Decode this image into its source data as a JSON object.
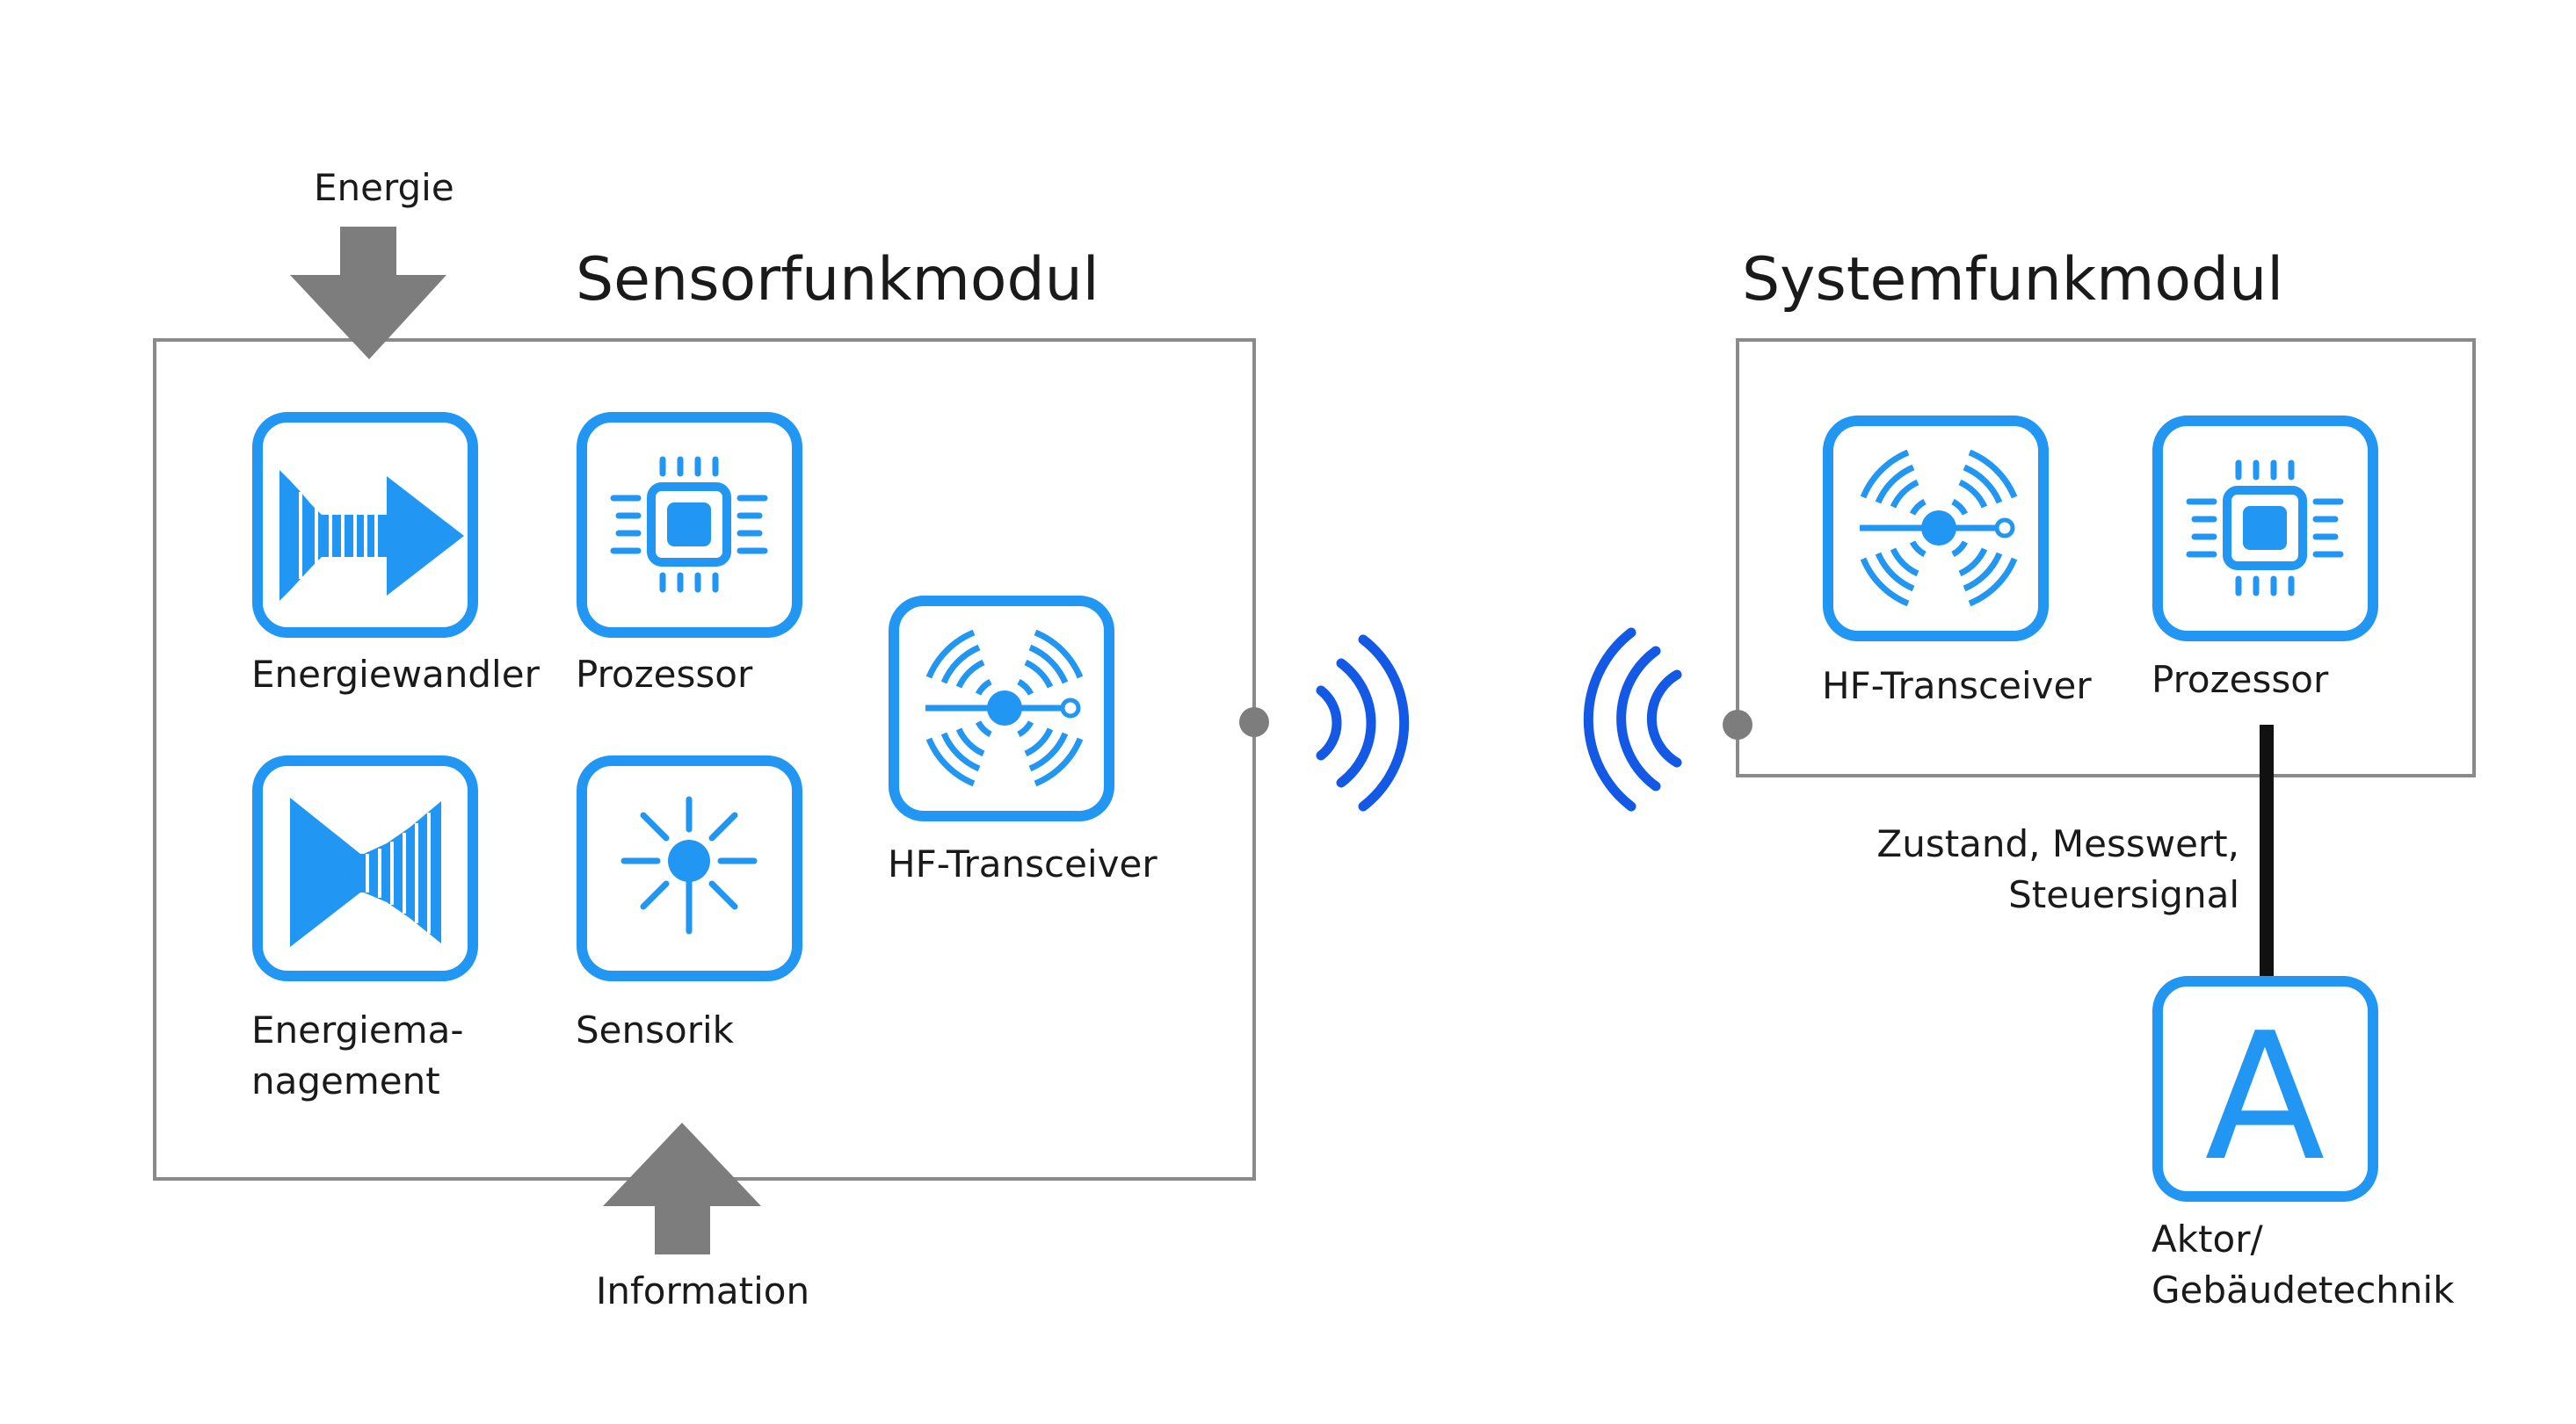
{
  "sensor_module": {
    "title": "Sensorfunkmodul",
    "energy_label": "Energie",
    "information_label": "Information",
    "components": {
      "energy_converter": "Energiewandler",
      "processor": "Prozessor",
      "energy_management_line1": "Energiema-",
      "energy_management_line2": "nagement",
      "sensors": "Sensorik",
      "hf_transceiver": "HF-Transceiver"
    }
  },
  "system_module": {
    "title": "Systemfunkmodul",
    "components": {
      "hf_transceiver": "HF-Transceiver",
      "processor": "Prozessor"
    },
    "link_label_line1": "Zustand, Messwert,",
    "link_label_line2": "Steuersignal",
    "actuator_letter": "A",
    "actuator_label_line1": "Aktor/",
    "actuator_label_line2": "Gebäudetechnik"
  },
  "colors": {
    "icon_blue": "#2196f3",
    "wave_blue": "#1458e6",
    "frame_gray": "#8a8a8a",
    "arrow_gray": "#7d7d7d"
  }
}
